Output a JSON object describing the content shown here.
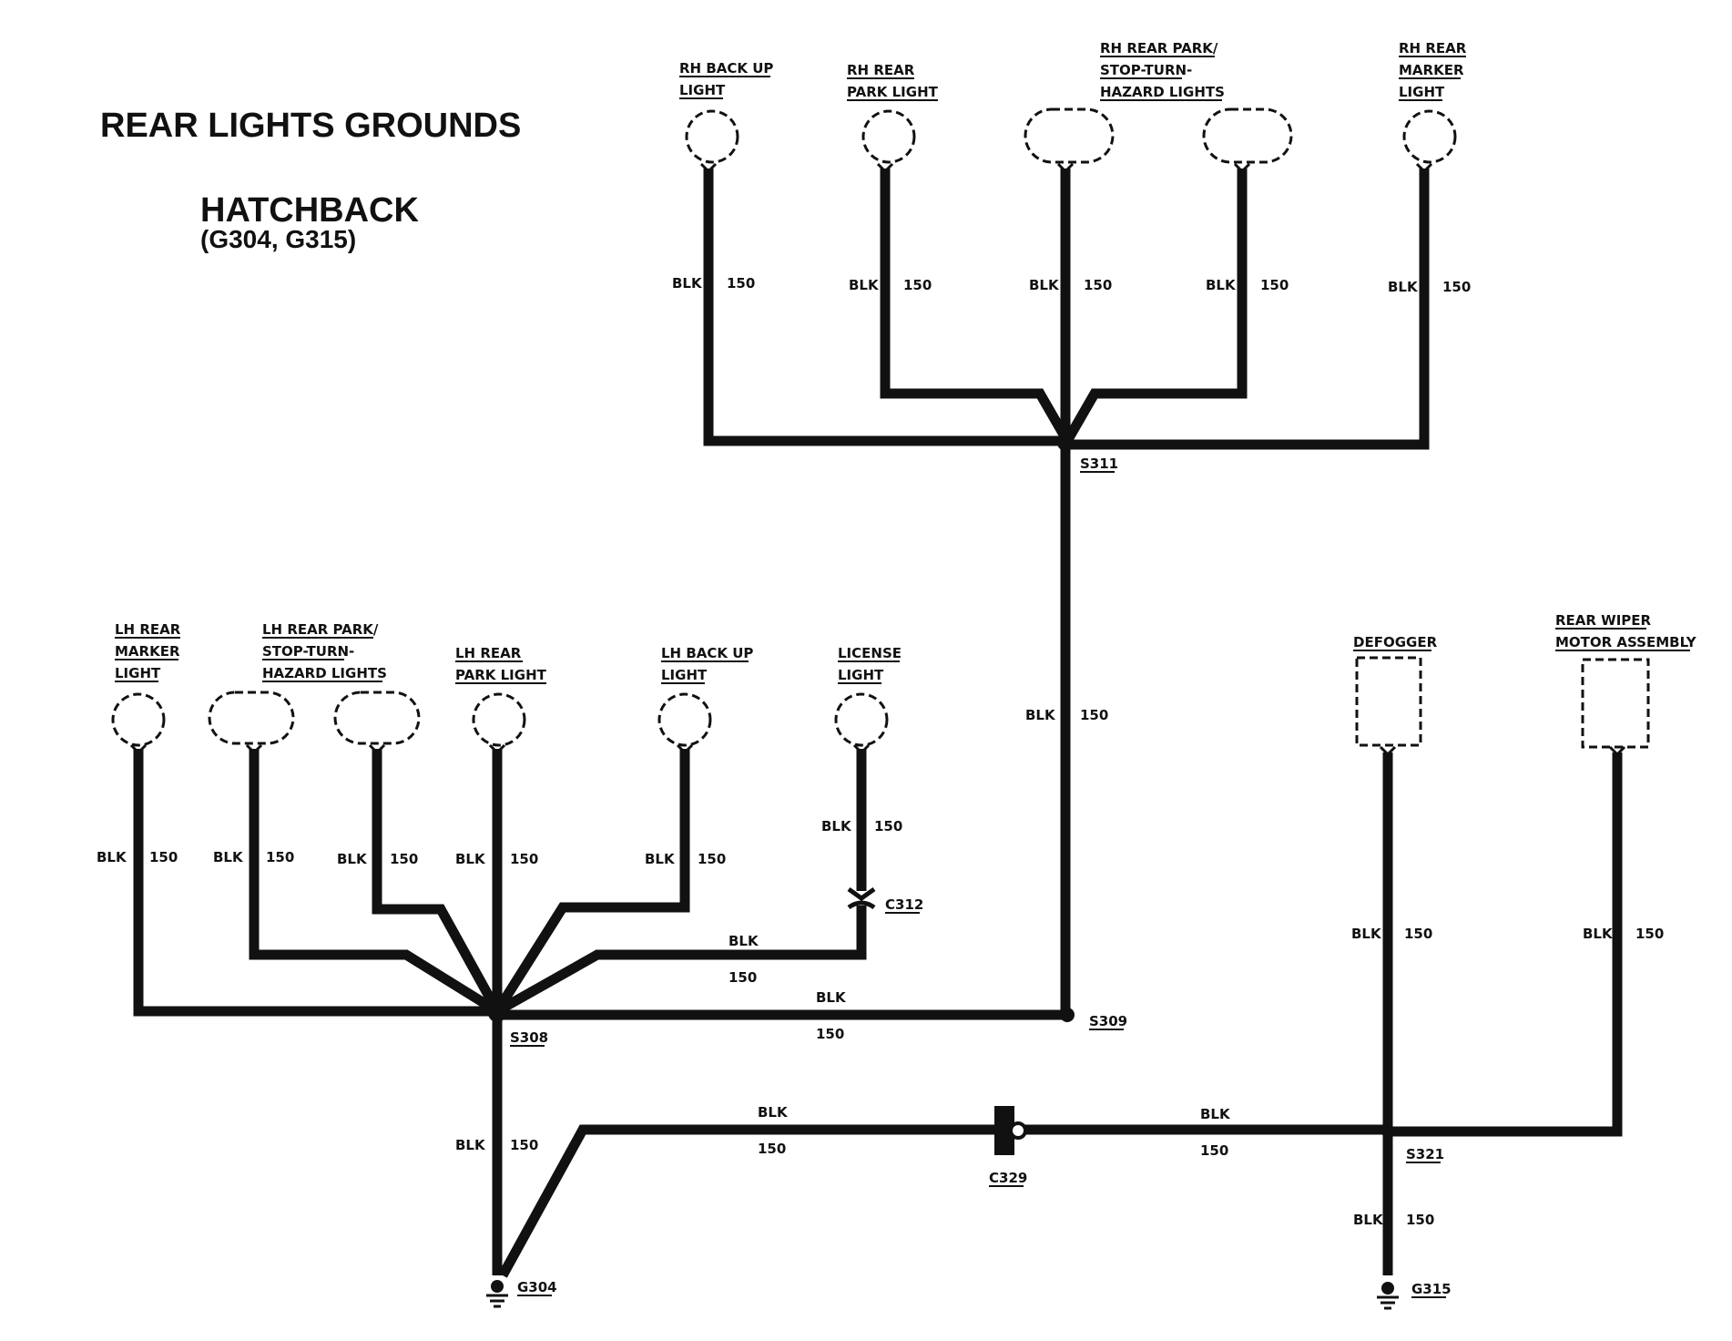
{
  "title": "REAR LIGHTS GROUNDS",
  "subtitle": "HATCHBACK",
  "subtitle_grounds": "(G304, G315)",
  "wire": {
    "color": "BLK",
    "gauge": "150"
  },
  "components": {
    "rh_backup": [
      "RH BACK UP",
      "LIGHT"
    ],
    "rh_rear_park": [
      "RH REAR",
      "PARK LIGHT"
    ],
    "rh_rear_park_stop": [
      "RH REAR PARK/",
      "STOP-TURN-",
      "HAZARD LIGHTS"
    ],
    "rh_rear_marker": [
      "RH REAR",
      "MARKER",
      "LIGHT"
    ],
    "lh_rear_marker": [
      "LH REAR",
      "MARKER",
      "LIGHT"
    ],
    "lh_rear_park_stop": [
      "LH REAR PARK/",
      "STOP-TURN-",
      "HAZARD LIGHTS"
    ],
    "lh_rear_park": [
      "LH REAR",
      "PARK LIGHT"
    ],
    "lh_backup": [
      "LH BACK UP",
      "LIGHT"
    ],
    "license": [
      "LICENSE",
      "LIGHT"
    ],
    "defogger": [
      "DEFOGGER"
    ],
    "rear_wiper": [
      "REAR WIPER",
      "MOTOR ASSEMBLY"
    ]
  },
  "splices": {
    "s311": "S311",
    "s308": "S308",
    "s309": "S309",
    "s321": "S321"
  },
  "connectors": {
    "c312": "C312",
    "c329": "C329"
  },
  "grounds": {
    "g304": "G304",
    "g315": "G315"
  }
}
